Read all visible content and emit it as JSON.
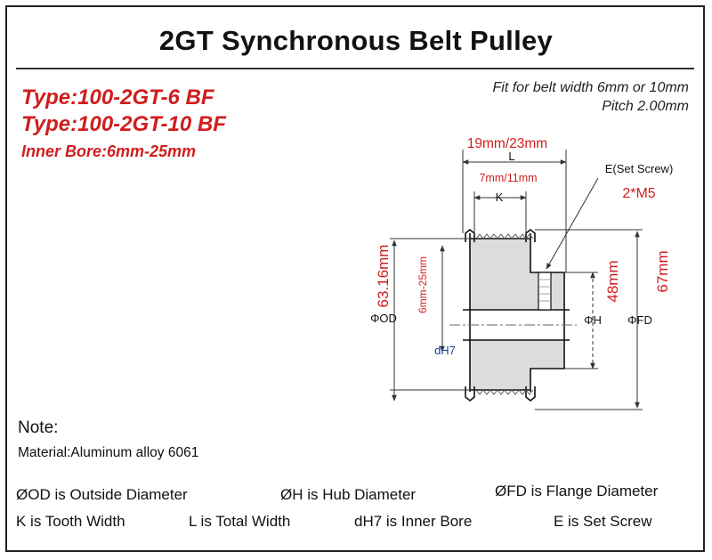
{
  "title": "2GT Synchronous Belt Pulley",
  "types": [
    "Type:100-2GT-6 BF",
    "Type:100-2GT-10 BF"
  ],
  "inner_bore": "Inner Bore:6mm-25mm",
  "fit_line1": "Fit for belt width 6mm or 10mm",
  "fit_line2": "Pitch 2.00mm",
  "drawing": {
    "total_width_value": "19mm/23mm",
    "total_width_symbol": "L",
    "tooth_width_value": "7mm/11mm",
    "tooth_width_symbol": "K",
    "set_screw_label": "E(Set Screw)",
    "set_screw_value": "2*M5",
    "outside_diameter_value": "63.16mm",
    "outside_diameter_symbol": "ΦOD",
    "bore_value": "6mm-25mm",
    "bore_symbol": "dH7",
    "hub_diameter_value": "48mm",
    "hub_diameter_symbol": "ΦH",
    "flange_diameter_value": "67mm",
    "flange_diameter_symbol": "ΦFD"
  },
  "note_label": "Note:",
  "material": "Material:Aluminum alloy 6061",
  "legend": [
    "ØOD is Outside Diameter",
    "ØH is Hub Diameter",
    "ØFD is Flange Diameter",
    "K is Tooth Width",
    "L is Total Width",
    "dH7 is Inner Bore",
    "E is Set Screw"
  ],
  "colors": {
    "accent_red": "#d01e1e",
    "dim_blue": "#1a3f9a"
  }
}
